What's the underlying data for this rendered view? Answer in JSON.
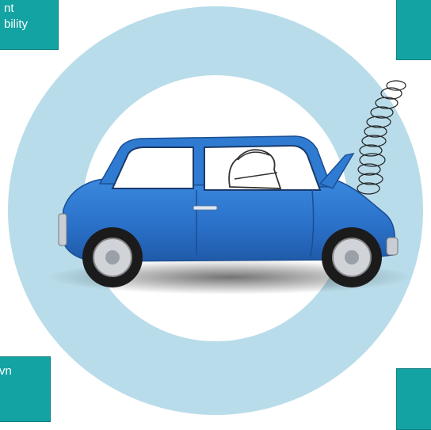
{
  "boxes": {
    "top_left": {
      "line1": "nt",
      "line2": "bility"
    },
    "top_right": {
      "text": ""
    },
    "bottom_left": {
      "text": "vn"
    },
    "bottom_right": {
      "text": ""
    }
  },
  "colors": {
    "ring": "#b9dcea",
    "box": "#14a3a3",
    "car": "#2d78cf"
  },
  "illustration": {
    "subject": "car-breakdown-icon"
  }
}
